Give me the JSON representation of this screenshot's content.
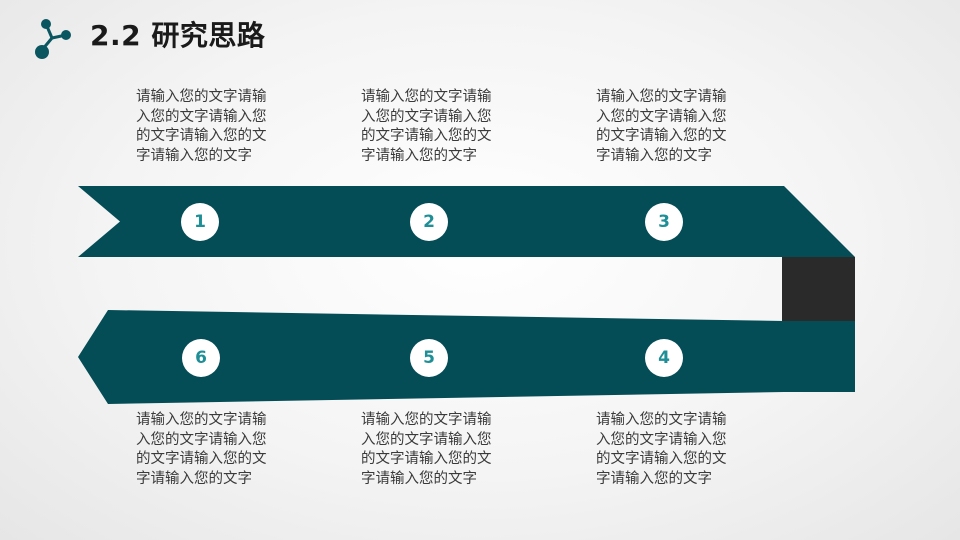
{
  "title": "2.2 研究思路",
  "colors": {
    "band": "#044d56",
    "connector": "#2a2a2a",
    "number": "#1f8f97"
  },
  "icons": {
    "title_icon": "molecule-icon"
  },
  "steps": [
    {
      "number": "1",
      "text": "请输入您的文字请输入您的文字请输入您的文字请输入您的文字请输入您的文字"
    },
    {
      "number": "2",
      "text": "请输入您的文字请输入您的文字请输入您的文字请输入您的文字请输入您的文字"
    },
    {
      "number": "3",
      "text": "请输入您的文字请输入您的文字请输入您的文字请输入您的文字请输入您的文字"
    },
    {
      "number": "4",
      "text": "请输入您的文字请输入您的文字请输入您的文字请输入您的文字请输入您的文字"
    },
    {
      "number": "5",
      "text": "请输入您的文字请输入您的文字请输入您的文字请输入您的文字请输入您的文字"
    },
    {
      "number": "6",
      "text": "请输入您的文字请输入您的文字请输入您的文字请输入您的文字请输入您的文字"
    }
  ]
}
